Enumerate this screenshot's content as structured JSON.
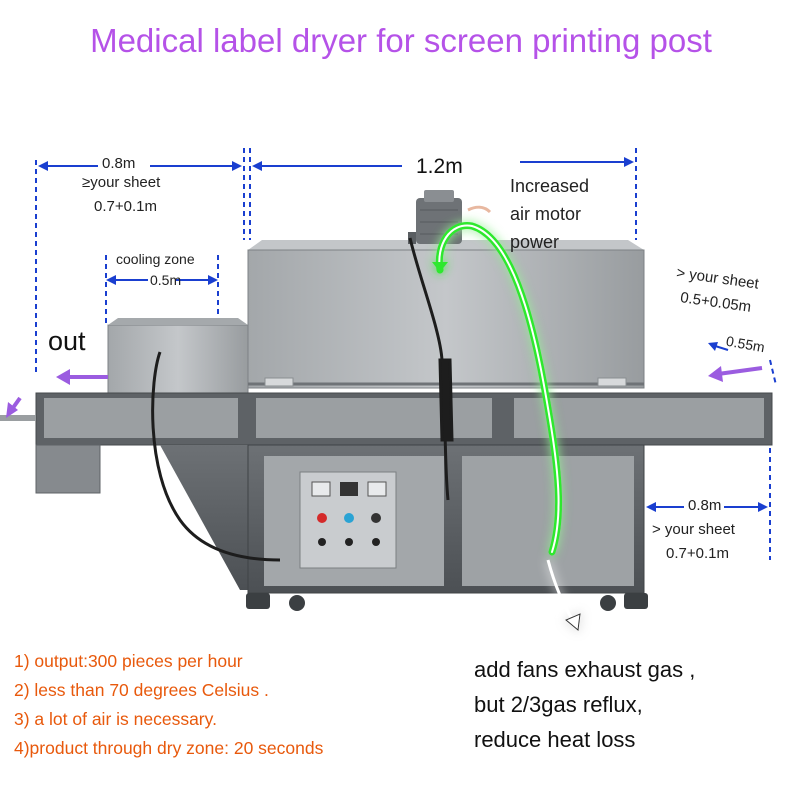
{
  "title": "Medical label dryer for screen printing post",
  "dimensions": {
    "exit_length": "0.8m",
    "exit_sheet": "≥your sheet",
    "exit_formula": "0.7+0.1m",
    "cooling_label": "cooling zone",
    "cooling_length": "0.5m",
    "main_length": "1.2m",
    "motor_line1": "Increased",
    "motor_line2": "air motor",
    "motor_line3": "power",
    "entry_sheet": "> your sheet",
    "entry_formula": "0.5+0.05m",
    "entry_length": "0.55m",
    "right_length": "0.8m",
    "right_sheet": "> your sheet",
    "right_formula": "0.7+0.1m",
    "out_label": "out"
  },
  "notes": [
    "1) output:300 pieces per hour",
    "2) less than 70 degrees Celsius .",
    "3) a lot of air is necessary.",
    "4)product through dry zone: 20 seconds"
  ],
  "exhaust_note": {
    "line1": "add fans exhaust gas ,",
    "line2": "but 2/3gas reflux,",
    "line3": "reduce heat loss"
  },
  "colors": {
    "title": "#b552e8",
    "notes": "#e8590c",
    "dimension_lines": "#1a3fd0",
    "airflow_glow": "#2ee82e",
    "arrows": "#9b5ce0"
  }
}
